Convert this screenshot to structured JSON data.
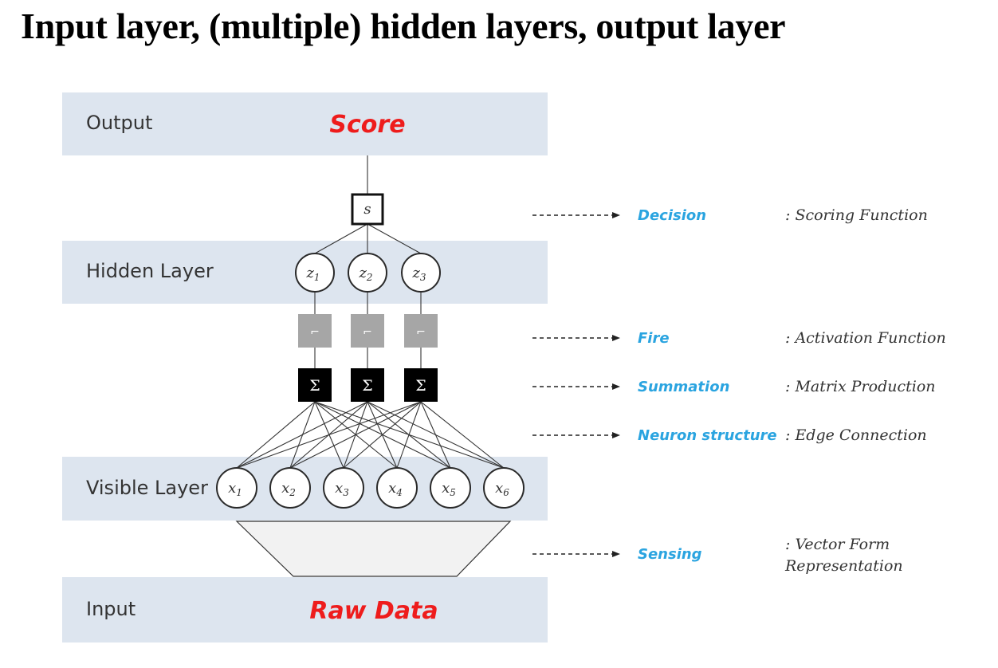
{
  "title": "Input layer, (multiple) hidden layers, output layer",
  "layers": {
    "output": {
      "label": "Output",
      "value": "Score"
    },
    "hidden": {
      "label": "Hidden Layer"
    },
    "visible": {
      "label": "Visible Layer"
    },
    "input": {
      "label": "Input",
      "value": "Raw Data"
    }
  },
  "nodes": {
    "score": "s",
    "hidden": [
      {
        "base": "z",
        "sub": "1"
      },
      {
        "base": "z",
        "sub": "2"
      },
      {
        "base": "z",
        "sub": "3"
      }
    ],
    "fire_symbol": "⌐",
    "sum_symbol": "Σ",
    "visible": [
      {
        "base": "x",
        "sub": "1"
      },
      {
        "base": "x",
        "sub": "2"
      },
      {
        "base": "x",
        "sub": "3"
      },
      {
        "base": "x",
        "sub": "4"
      },
      {
        "base": "x",
        "sub": "5"
      },
      {
        "base": "x",
        "sub": "6"
      }
    ]
  },
  "steps": [
    {
      "name": "Decision",
      "desc": [
        ": Scoring Function"
      ]
    },
    {
      "name": "Fire",
      "desc": [
        ": Activation Function"
      ]
    },
    {
      "name": "Summation",
      "desc": [
        ": Matrix Production"
      ]
    },
    {
      "name": "Neuron structure",
      "desc": [
        ": Edge Connection"
      ]
    },
    {
      "name": "Sensing",
      "desc": [
        ": Vector Form",
        "Representation"
      ]
    }
  ],
  "colors": {
    "band": "#dde5ef",
    "value_text": "#ee1c1c",
    "step_text": "#2aa4e0",
    "fire_box": "#a6a6a6",
    "sum_box": "#000000",
    "sensing_trapezoid": "#f2f2f2"
  }
}
